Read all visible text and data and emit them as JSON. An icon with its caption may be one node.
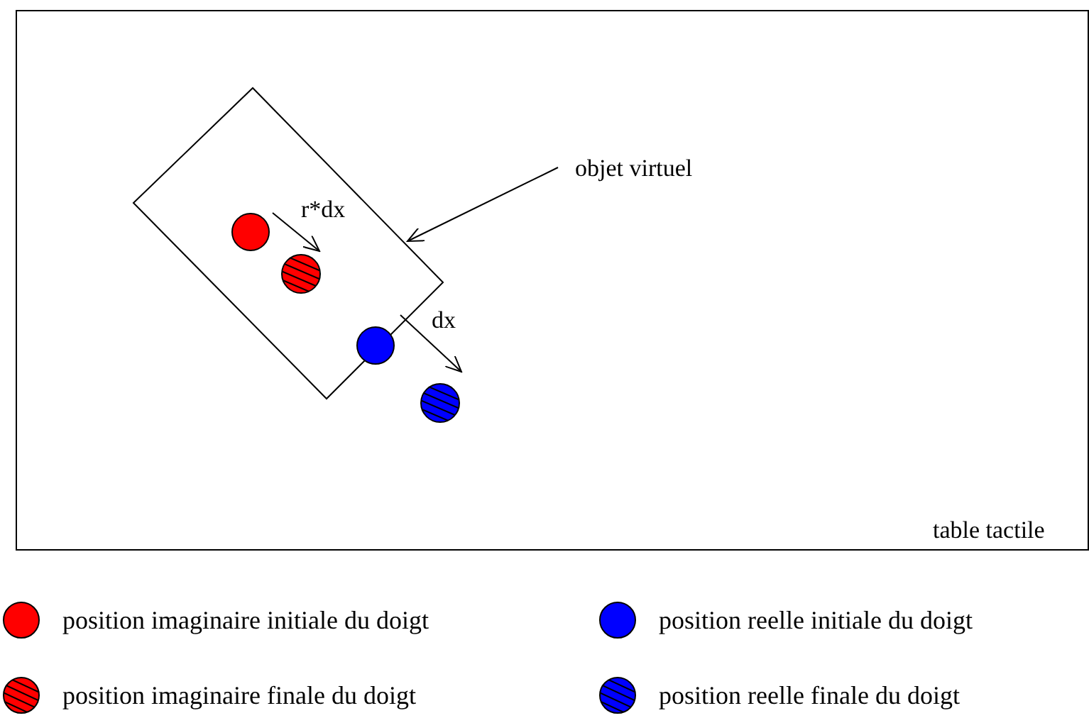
{
  "diagram": {
    "nodes": [
      {
        "text": [
          "table tactile"
        ]
      },
      {
        "text": [
          "objet virtuel"
        ],
        "in": 0
      },
      {
        "text": [],
        "shape": "box",
        "in": 0
      },
      {
        "text": [],
        "shape": "circle",
        "in": 2
      },
      {
        "text": [],
        "shape": "circle",
        "in": 2
      },
      {
        "text": [],
        "shape": "circle",
        "in": 2
      },
      {
        "text": [],
        "shape": "circle",
        "in": 0
      }
    ],
    "edges": [
      {
        "from": 1,
        "to": 2,
        "arrow": "to"
      },
      {
        "from": 3,
        "to": 4,
        "arrow": "to",
        "label": "r*dx"
      },
      {
        "from": 5,
        "to": 6,
        "arrow": "to",
        "label": "dx"
      }
    ],
    "legend": [
      {
        "text": "position imaginaire initiale du doigt",
        "color": "#ff0000"
      },
      {
        "text": "position imaginaire finale du doigt",
        "color": "#ff0000"
      },
      {
        "text": "position reelle initiale du doigt",
        "color": "#0000ff"
      },
      {
        "text": "position reelle finale du doigt",
        "color": "#0000ff"
      }
    ]
  }
}
